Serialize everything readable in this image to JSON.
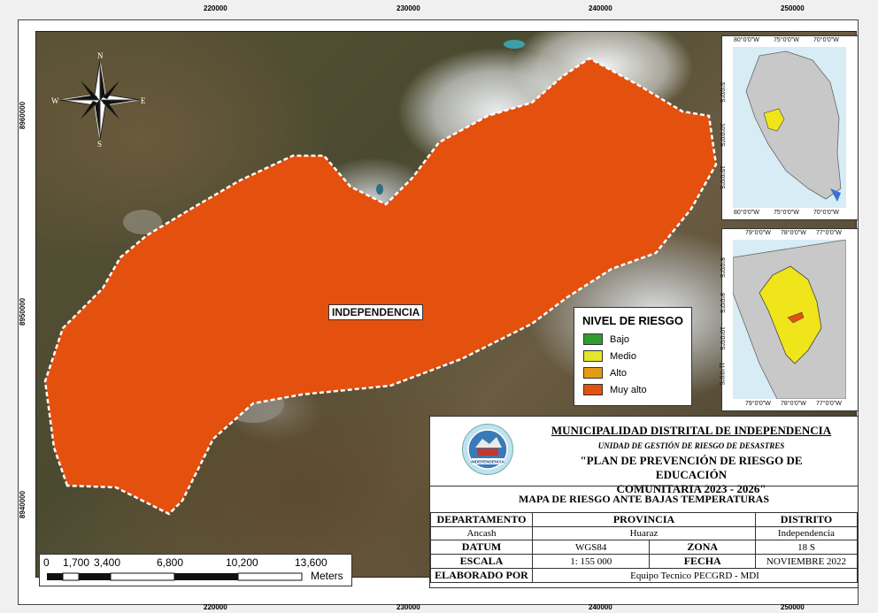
{
  "map": {
    "grid_x_labels": [
      "220000",
      "230000",
      "240000",
      "250000"
    ],
    "grid_y_labels": [
      "8960000",
      "8950000",
      "8940000"
    ],
    "polygon_label": "INDEPENDENCIA",
    "compass": {
      "n": "N",
      "s": "S",
      "e": "E",
      "w": "W"
    }
  },
  "legend": {
    "title": "NIVEL DE RIESGO",
    "items": [
      {
        "label": "Bajo",
        "color": "#2e9e2e"
      },
      {
        "label": "Medio",
        "color": "#e5e52a"
      },
      {
        "label": "Alto",
        "color": "#e59b12"
      },
      {
        "label": "Muy alto",
        "color": "#e4500e"
      }
    ]
  },
  "inset_peru": {
    "top_labels": [
      "80°0'0\"W",
      "75°0'0\"W",
      "70°0'0\"W"
    ],
    "bottom_labels": [
      "80°0'0\"W",
      "75°0'0\"W",
      "70°0'0\"W"
    ],
    "side_labels": [
      "5°0'0\"S",
      "10°0'0\"S",
      "15°0'0\"S"
    ]
  },
  "inset_ancash": {
    "top_labels": [
      "79°0'0\"W",
      "78°0'0\"W",
      "77°0'0\"W"
    ],
    "bottom_labels": [
      "79°0'0\"W",
      "78°0'0\"W",
      "77°0'0\"W"
    ],
    "side_labels": [
      "8°0'0\"S",
      "9°0'0\"S",
      "10°0'0\"S",
      "11°0'0\"S"
    ]
  },
  "scalebar": {
    "labels": [
      "0",
      "1,700",
      "3,400",
      "6,800",
      "10,200",
      "13,600"
    ],
    "unit": "Meters"
  },
  "titleblock": {
    "municipality": "MUNICIPALIDAD DISTRITAL DE INDEPENDENCIA",
    "unit": "UNIDAD DE GESTIÓN DE RIESGO DE DESASTRES",
    "plan_line1": "\"PLAN DE PREVENCIÓN DE RIESGO DE  EDUCACIÓN",
    "plan_line2": "COMUNITARIA 2023 - 2026\"",
    "logo_text": "INDEPENDENCIA",
    "map_title": "MAPA DE RIESGO ANTE BAJAS TEMPERATURAS",
    "hdr_departamento": "DEPARTAMENTO",
    "hdr_provincia": "PROVINCIA",
    "hdr_distrito": "DISTRITO",
    "val_departamento": "Ancash",
    "val_provincia": "Huaraz",
    "val_distrito": "Independencia",
    "lbl_datum": "DATUM",
    "val_datum": "WGS84",
    "lbl_zona": "ZONA",
    "val_zona": "18 S",
    "lbl_escala": "ESCALA",
    "val_escala": "1: 155 000",
    "lbl_fecha": "FECHA",
    "val_fecha": "NOVIEMBRE 2022",
    "lbl_elaborado": "ELABORADO POR",
    "val_elaborado": "Equipo Tecnico PECGRD - MDI"
  }
}
